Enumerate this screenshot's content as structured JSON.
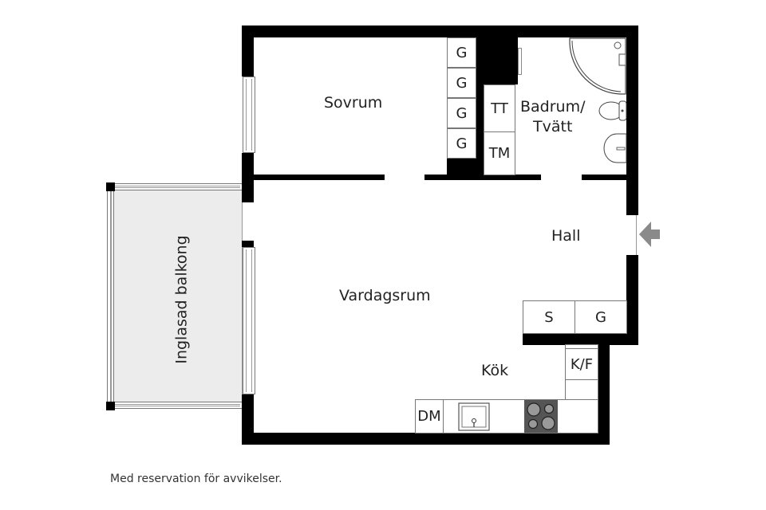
{
  "rooms": {
    "bedroom": "Sovrum",
    "bathroom_line1": "Badrum/",
    "bathroom_line2": "Tvätt",
    "hall": "Hall",
    "living": "Vardagsrum",
    "kitchen": "Kök",
    "balcony": "Inglasad balkong"
  },
  "fixtures": {
    "wardrobe_bedroom": [
      "G",
      "G",
      "G",
      "G"
    ],
    "tumble_dryer": "TT",
    "washing_machine": "TM",
    "hall_storage": "S",
    "hall_wardrobe": "G",
    "fridge_freezer": "K/F",
    "dishwasher": "DM"
  },
  "footer": {
    "disclaimer": "Med reservation för avvikelser."
  },
  "colors": {
    "wall": "#000000",
    "balcony_fill": "#ececec",
    "entrance_arrow": "#8a8a8a",
    "stove": "#555555"
  }
}
